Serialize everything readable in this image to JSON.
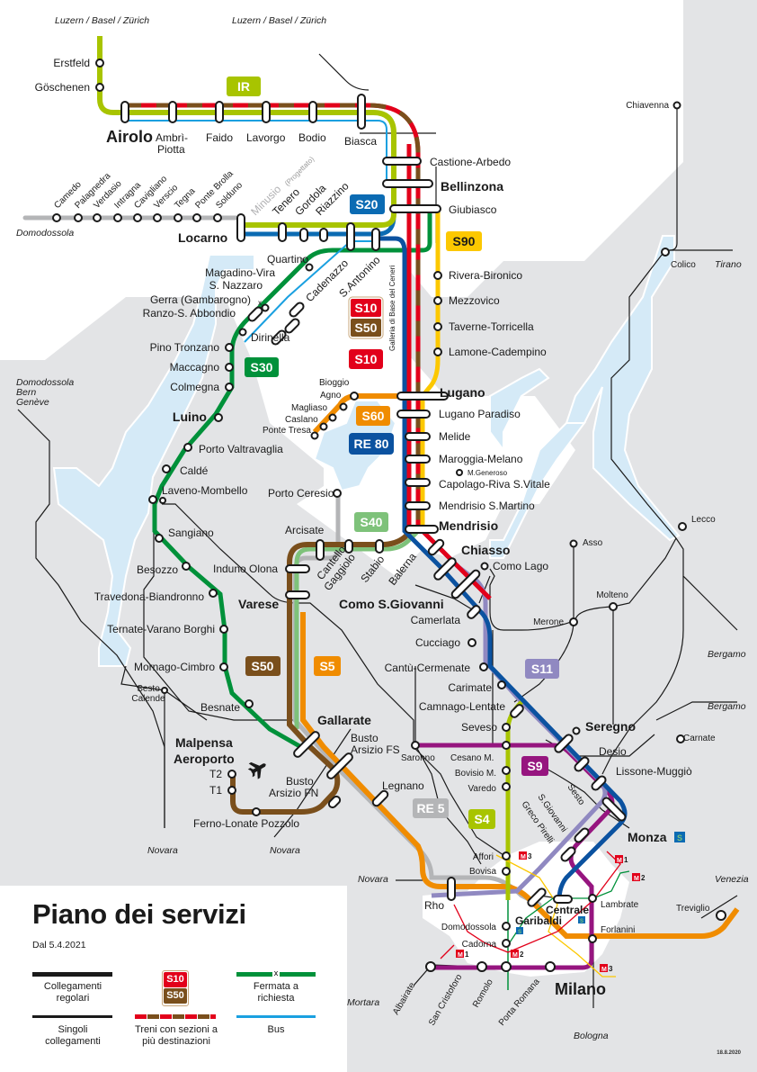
{
  "title": "Piano dei servizi",
  "valid_from": "Dal 5.4.2021",
  "print_date": "18.8.2020",
  "colors": {
    "IR": "#a8c400",
    "S10": "#e2001a",
    "S50": "#7a4f1c",
    "S20": "#0b6bb3",
    "S30": "#00913a",
    "S40": "#7ec27a",
    "S60": "#f08c00",
    "S90": "#fcc800",
    "RE80": "#0b52a0",
    "S5": "#f08c00",
    "S9": "#96157f",
    "S11": "#9089c1",
    "S4": "#a8c400",
    "RE5": "#b0b0b2",
    "Bus": "#1aa0e0",
    "lake": "#d5eaf7",
    "land": "#e3e4e6"
  },
  "lines": [
    {
      "id": "IR",
      "label": "IR"
    },
    {
      "id": "S10",
      "label": "S10"
    },
    {
      "id": "S50",
      "label": "S50"
    },
    {
      "id": "S20",
      "label": "S20"
    },
    {
      "id": "S30",
      "label": "S30"
    },
    {
      "id": "S40",
      "label": "S40"
    },
    {
      "id": "S60",
      "label": "S60"
    },
    {
      "id": "S90",
      "label": "S90"
    },
    {
      "id": "RE80",
      "label": "RE 80"
    },
    {
      "id": "S5",
      "label": "S5"
    },
    {
      "id": "S9",
      "label": "S9"
    },
    {
      "id": "S11",
      "label": "S11"
    },
    {
      "id": "S4",
      "label": "S4"
    },
    {
      "id": "RE5",
      "label": "RE 5"
    }
  ],
  "directions": {
    "luzern1": "Luzern / Basel / Zürich",
    "luzern2": "Luzern / Basel / Zürich",
    "domodossola1": "Domodossola",
    "domodossola2": [
      "Domodossola",
      "Bern",
      "Genève"
    ],
    "tirano": "Tirano",
    "bergamo1": "Bergamo",
    "bergamo2": "Bergamo",
    "novara1": "Novara",
    "novara2": "Novara",
    "novara3": "Novara",
    "venezia": "Venezia",
    "mortara": "Mortara",
    "bologna": "Bologna"
  },
  "stations": {
    "erstfeld": "Erstfeld",
    "goschenen": "Göschenen",
    "airolo": "Airolo",
    "ambri": "Ambrì-",
    "piotta": "Piotta",
    "faido": "Faido",
    "lavorgo": "Lavorgo",
    "bodio": "Bodio",
    "biasca": "Biasca",
    "castione": "Castione-Arbedo",
    "bellinzona": "Bellinzona",
    "giubiasco": "Giubiasco",
    "centovalli": [
      "Camedo",
      "Palagnedra",
      "Verdasio",
      "Intragna",
      "Cavigliano",
      "Verscio",
      "Tegna",
      "Ponte Brolla",
      "Solduno"
    ],
    "minusio": "Minusio",
    "progettato": "(Progettato)",
    "tenero": "Tenero",
    "gordola": "Gordola",
    "riazzino": "Riazzino",
    "locarno": "Locarno",
    "quartino": "Quartino",
    "magadino": "Magadino-Vira",
    "snazzaro": "S. Nazzaro",
    "gerra": "Gerra (Gambarogno)",
    "ranzo": "Ranzo-S. Abbondio",
    "dirinella": "Dirinella",
    "cadenazzo": "Cadenazzo",
    "santonino": "S.Antonino",
    "pino": "Pino Tronzano",
    "maccagno": "Maccagno",
    "colmegna": "Colmegna",
    "luino": "Luino",
    "porto_valtravaglia": "Porto Valtravaglia",
    "calde": "Caldé",
    "laveno": "Laveno-Mombello",
    "sangiano": "Sangiano",
    "besozzo": "Besozzo",
    "travedona": "Travedona-Biandronno",
    "ternate": "Ternate-Varano Borghi",
    "mornago": "Mornago-Cimbro",
    "sesto_calende": [
      "Sesto",
      "Calende"
    ],
    "besnate": "Besnate",
    "rivera": "Rivera-Bironico",
    "mezzovico": "Mezzovico",
    "taverne": "Taverne-Torricella",
    "lamone": "Lamone-Cadempino",
    "ceneri": "Galleria di Base del Ceneri",
    "lugano": "Lugano",
    "lugano_paradiso": "Lugano Paradiso",
    "melide": "Melide",
    "maroggia": "Maroggia-Melano",
    "mgeneroso": "M.Generoso",
    "capolago": "Capolago-Riva S.Vitale",
    "mendrisio_sm": "Mendrisio S.Martino",
    "mendrisio": "Mendrisio",
    "bioggio": "Bioggio",
    "agno": "Agno",
    "magliaso": "Magliaso",
    "caslano": "Caslano",
    "ponte_tresa": "Ponte Tresa",
    "porto_ceresio": "Porto Ceresio",
    "arcisate": "Arcisate",
    "induno": "Induno Olona",
    "varese": "Varese",
    "cantello": [
      "Cantello-",
      "Gaggiolo"
    ],
    "stabio": "Stabio",
    "balerna": "Balerna",
    "chiasso": "Chiasso",
    "como_sg": "Como S.Giovanni",
    "como_lago": "Como Lago",
    "camerlata": "Camerlata",
    "cucciago": "Cucciago",
    "cantu": "Cantù-Cermenate",
    "carimate": "Carimate",
    "camnago": "Camnago-Lentate",
    "seveso": "Seveso",
    "asso": "Asso",
    "merone": "Merone",
    "molteno": "Molteno",
    "lecco": "Lecco",
    "colico": "Colico",
    "chiavenna": "Chiavenna",
    "seregno": "Seregno",
    "carnate": "Carnate",
    "desio": "Desio",
    "lissone": "Lissone-Muggiò",
    "monza": "Monza",
    "sesto_sg": [
      "Sesto",
      "S.Giovanni"
    ],
    "greco": "Greco Pirelli",
    "gallarate": "Gallarate",
    "malpensa": [
      "Malpensa",
      "Aeroporto"
    ],
    "t2": "T2",
    "t1": "T1",
    "busto_fn": [
      "Busto",
      "Arsizio FN"
    ],
    "busto_fs": [
      "Busto",
      "Arsizio FS"
    ],
    "ferno": "Ferno-Lonate Pozzolo",
    "legnano": "Legnano",
    "saronno": "Saronno",
    "cesano": "Cesano M.",
    "bovisio": "Bovisio M.",
    "varedo": "Varedo",
    "affori": "Affori",
    "bovisa": "Bovisa",
    "rho": "Rho",
    "domodossola_mi": "Domodossola",
    "garibaldi": "Garibaldi",
    "centrale": "Centrale",
    "lambrate": "Lambrate",
    "forlanini": "Forlanini",
    "treviglio": "Treviglio",
    "cadorna": "Cadorna",
    "albairate": "Albairate",
    "san_cristoforo": "San Cristoforo",
    "romolo": "Romolo",
    "porta_romana": "Porta Romana",
    "milano": "Milano"
  },
  "metro": {
    "m1": "1",
    "m2": "2",
    "m3": "3",
    "m": "M",
    "s": "S"
  },
  "legend": {
    "regular": "Collegamenti regolari",
    "regular_l1": "Collegamenti",
    "regular_l2": "regolari",
    "single_l1": "Singoli",
    "single_l2": "collegamenti",
    "split_l1": "Treni con sezioni a",
    "split_l2": "più destinazioni",
    "request_l1": "Fermata a",
    "request_l2": "richiesta",
    "bus": "Bus",
    "split_badge_top": "S10",
    "split_badge_bottom": "S50",
    "request_marker": "x"
  }
}
